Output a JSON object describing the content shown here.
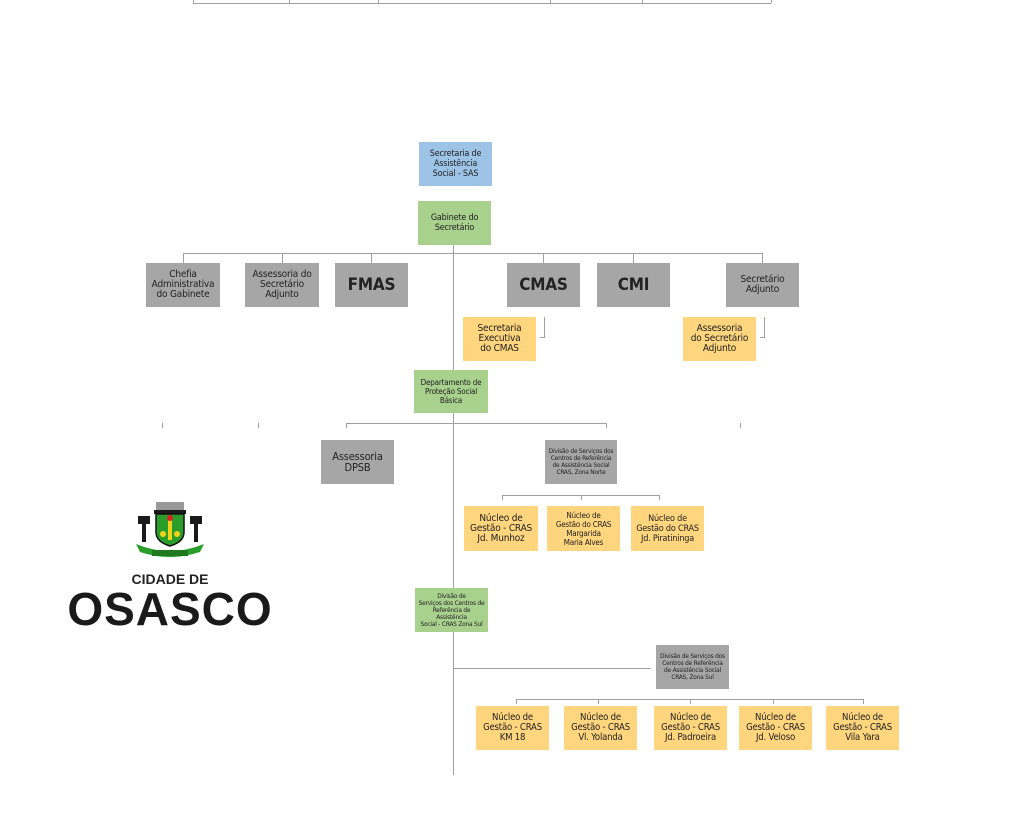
{
  "top": {
    "sas": "Secretaria de\nAssistência\nSocial - SAS",
    "gabinete": "Gabinete do\nSecretário"
  },
  "level1": [
    "Chefia\nAdministrativa\ndo Gabinete",
    "Assessoria do\nSecretário\nAdjunto",
    "FMAS",
    "CMAS",
    "CMI",
    "Secretário\nAdjunto"
  ],
  "sub1": {
    "cmas_exec": "Secretaria\nExecutiva\ndo CMAS",
    "assessoria_adj": "Assessoria\ndo Secretário\nAdjunto"
  },
  "dpsb": {
    "dept": "Departamento de\nProteção Social\nBásica",
    "assessoria": "Assessoria\nDPSB",
    "div_norte": "Divisão de Serviços dos\nCentros de Referência\nde Assistência Social\nCRAS, Zona Norte",
    "norte_nucleos": [
      "Núcleo de\nGestão - CRAS\nJd. Munhoz",
      "Núcleo de\nGestão do CRAS\nMargarida\nMaria Alves",
      "Núcleo de\nGestão do CRAS\nJd. Piratininga"
    ],
    "div_sul_green": "Divisão de\nServiços dos Centros de\nReferência de Assistência\nSocial - CRAS Zona Sul",
    "div_sul_gray": "Divisão de Serviços dos\nCentros de Referência\nde Assistência Social\nCRAS, Zona Sul",
    "sul_nucleos": [
      "Núcleo de\nGestão - CRAS\nKM 18",
      "Núcleo de\nGestão - CRAS\nVl. Yolanda",
      "Núcleo de\nGestão - CRAS\nJd. Padroeira",
      "Núcleo de\nGestão - CRAS\nJd. Veloso",
      "Núcleo de\nGestão - CRAS\nVila Yara"
    ]
  },
  "logo": {
    "line1": "CIDADE DE",
    "line2": "OSASCO"
  },
  "colors": {
    "blue": "#9dc3e6",
    "green": "#a9d18e",
    "gray": "#a6a6a6",
    "yellow": "#ffd57e"
  }
}
